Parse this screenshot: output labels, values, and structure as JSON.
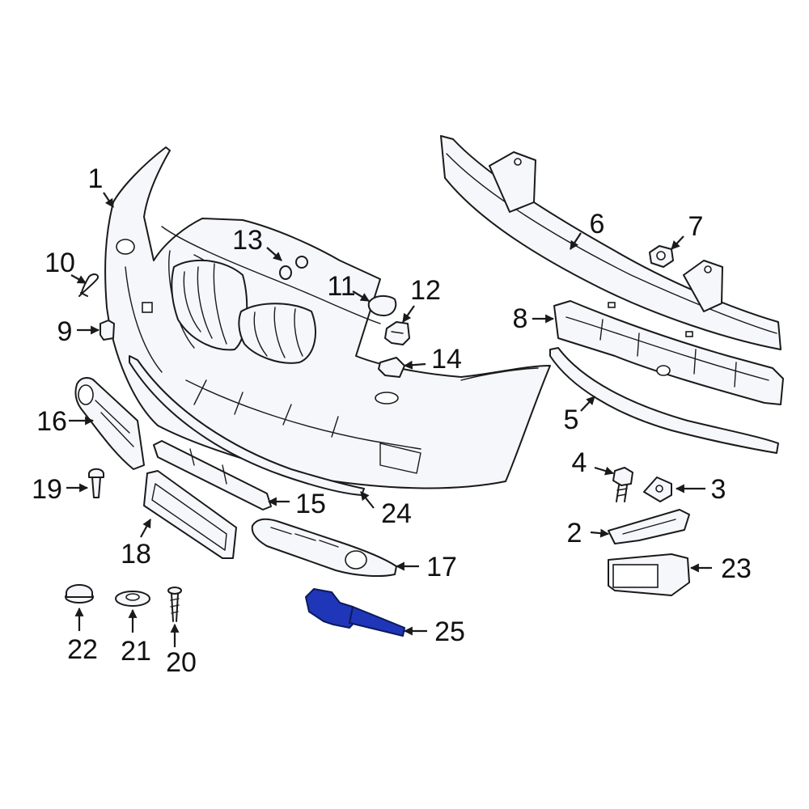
{
  "colors": {
    "line": "#1a1a1a",
    "part_fill": "#f5f7fb",
    "highlight_fill": "#1f36b8",
    "highlight_stroke": "#0b1a5c",
    "background": "#ffffff"
  },
  "highlighted_part": "25",
  "callouts": {
    "c1": "1",
    "c2": "2",
    "c3": "3",
    "c4": "4",
    "c5": "5",
    "c6": "6",
    "c7": "7",
    "c8": "8",
    "c9": "9",
    "c10": "10",
    "c11": "11",
    "c12": "12",
    "c13": "13",
    "c14": "14",
    "c15": "15",
    "c16": "16",
    "c17": "17",
    "c18": "18",
    "c19": "19",
    "c20": "20",
    "c21": "21",
    "c22": "22",
    "c23": "23",
    "c24": "24",
    "c25": "25"
  }
}
